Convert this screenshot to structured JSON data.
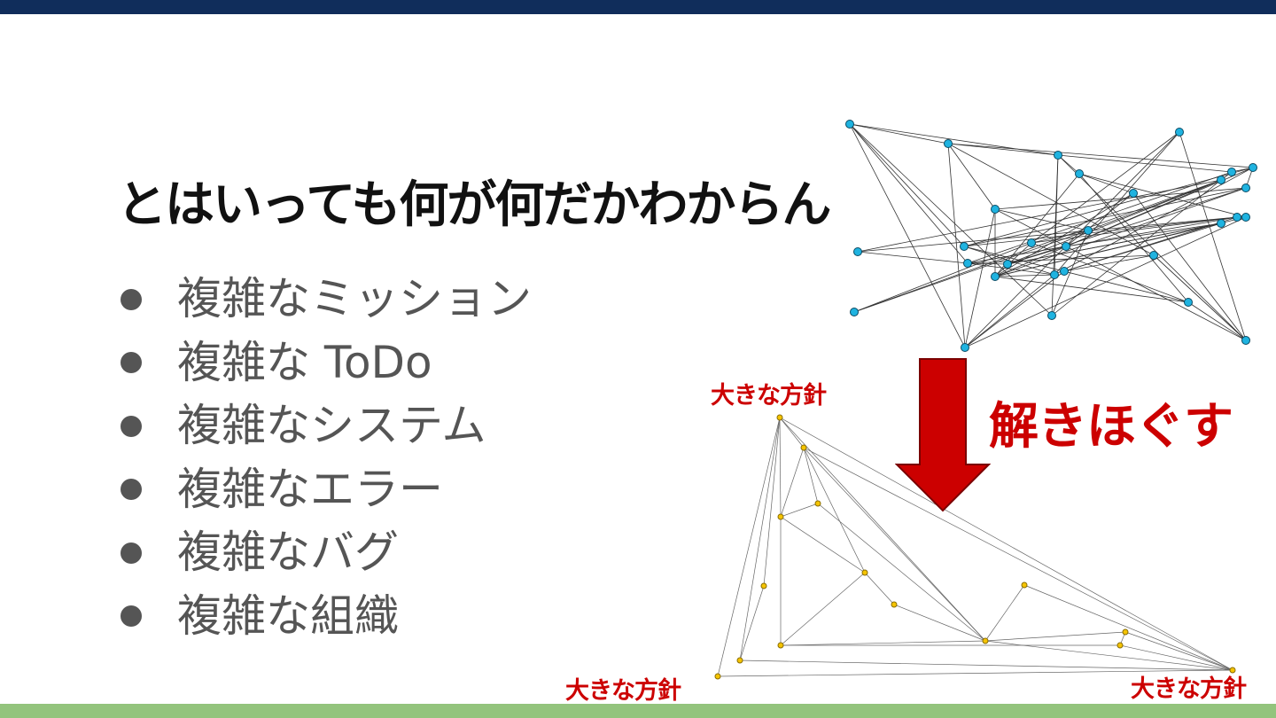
{
  "slide": {
    "title": "とはいっても何が何だかわからん",
    "bullets": [
      "複雑なミッション",
      "複雑な ToDo",
      "複雑なシステム",
      "複雑なエラー",
      "複雑なバグ",
      "複雑な組織"
    ],
    "arrow_label": "解きほぐす",
    "policy_labels": [
      "大きな方針",
      "大きな方針",
      "大きな方針"
    ]
  },
  "colors": {
    "top_bar": "#102d5b",
    "bottom_bar": "#93c47d",
    "accent_red": "#cc0000",
    "tangled_node": "#1fb3e0",
    "untangled_node": "#f5c400"
  }
}
